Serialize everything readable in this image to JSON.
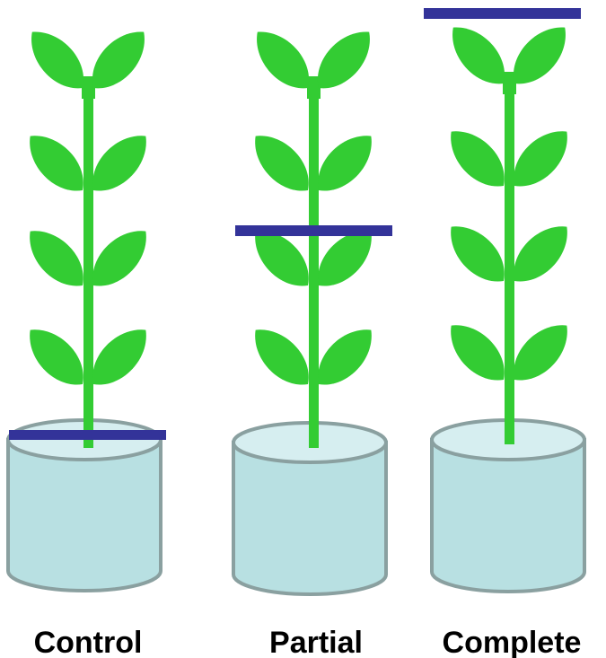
{
  "colors": {
    "leaf": "#33cc33",
    "stem": "#33cc33",
    "pot_body": "#b8e0e2",
    "pot_rim": "#d6eef0",
    "pot_outline": "#8aa0a0",
    "cut_line": "#333399",
    "caption": "#000000"
  },
  "plants": [
    {
      "label": "Control",
      "cut": "at soil"
    },
    {
      "label": "Partial",
      "cut": "partial"
    },
    {
      "label": "Complete",
      "cut": "above top"
    }
  ]
}
